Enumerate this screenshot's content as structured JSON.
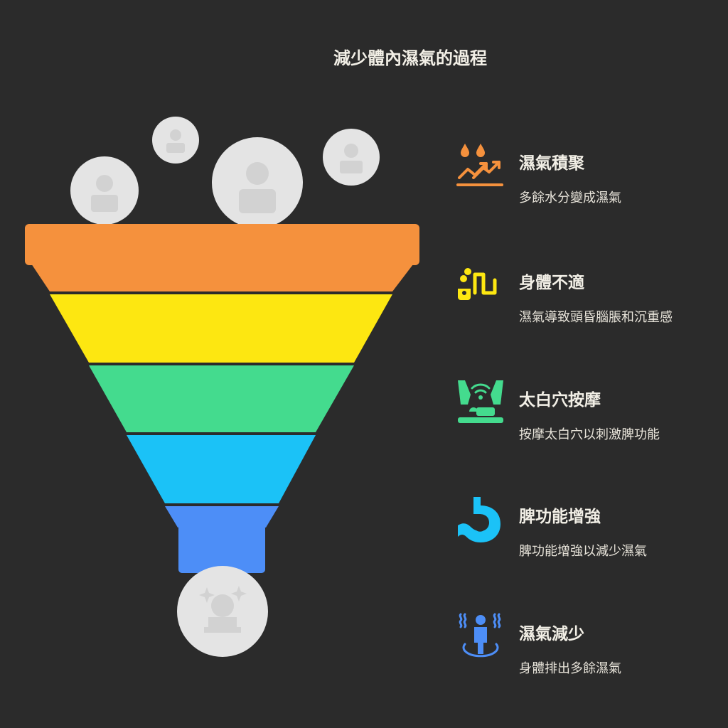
{
  "title": "減少體內濕氣的過程",
  "colors": {
    "background": "#2b2b2b",
    "bubble": "#e4e4e4",
    "stage1": "#f5913d",
    "stage2": "#fde711",
    "stage3": "#44db8e",
    "stage4": "#1bc2f7",
    "stage5": "#4d8ef7"
  },
  "steps": [
    {
      "label": "濕氣積聚",
      "desc": "多餘水分變成濕氣",
      "icon": "water-drops-rising-arrow-icon",
      "color": "#f5913d"
    },
    {
      "label": "身體不適",
      "desc": "濕氣導致頭昏腦脹和沉重感",
      "icon": "person-discomfort-icon",
      "color": "#fde711"
    },
    {
      "label": "太白穴按摩",
      "desc": "按摩太白穴以刺激脾功能",
      "icon": "massage-hands-icon",
      "color": "#44db8e"
    },
    {
      "label": "脾功能增強",
      "desc": "脾功能增強以減少濕氣",
      "icon": "stomach-icon",
      "color": "#1bc2f7"
    },
    {
      "label": "濕氣減少",
      "desc": "身體排出多餘濕氣",
      "icon": "person-steam-icon",
      "color": "#4d8ef7"
    }
  ]
}
